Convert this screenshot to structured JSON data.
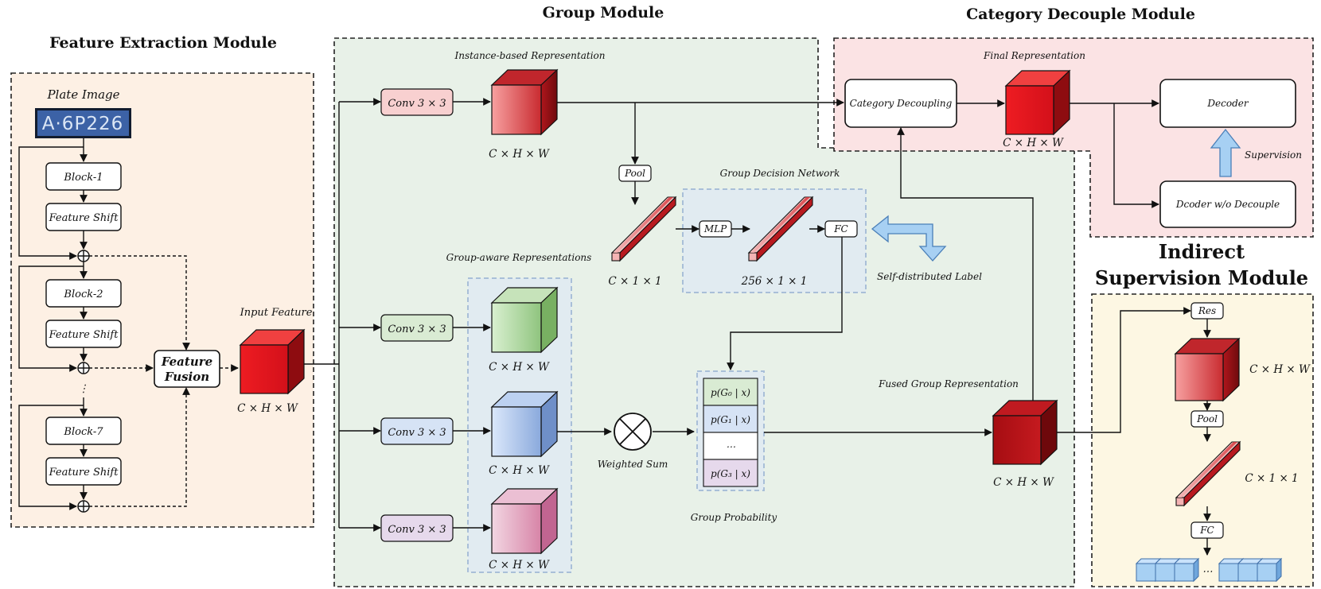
{
  "titles": {
    "feature_extraction": "Feature Extraction  Module",
    "group": "Group  Module",
    "category_decouple": "Category  Decouple Module",
    "indirect_line1": "Indirect",
    "indirect_line2": "Supervision Module"
  },
  "feature_extraction": {
    "plate_image_label": "Plate Image",
    "plate_text": "A·6P226",
    "blocks": [
      "Block-1",
      "Block-2",
      "Block-7"
    ],
    "feature_shift": "Feature Shift",
    "ellipsis": "⋮",
    "fusion_line1": "Feature",
    "fusion_line2": "Fusion",
    "input_feature_label": "Input Feature",
    "input_dims": "C × H × W"
  },
  "group_module": {
    "instance_label": "Instance-based Representation",
    "conv_label": "Conv 3 × 3",
    "instance_dims": "C × H × W",
    "pool_label": "Pool",
    "vector_dims": "C × 1 × 1",
    "decision_network_label": "Group Decision Network",
    "mlp_label": "MLP",
    "fc_label": "FC",
    "decision_vector_dims": "256 × 1 × 1",
    "self_distributed_label": "Self-distributed Label",
    "group_aware_label": "Group-aware Representations",
    "group_dims": [
      "C × H × W",
      "C × H × W",
      "C × H × W"
    ],
    "weighted_sum_label": "Weighted Sum",
    "probabilities": [
      "p(G₀ | x)",
      "p(G₁ | x)",
      "⋯",
      "p(G₃ | x)"
    ],
    "group_probability_label": "Group Probability",
    "fused_label": "Fused Group Representation",
    "fused_dims": "C × H × W"
  },
  "category_decouple": {
    "final_representation_label": "Final Representation",
    "category_decoupling_label": "Category Decoupling",
    "final_dims": "C × H × W",
    "decoder_label": "Decoder",
    "decoder_wo_label": "Dcoder w/o Decouple",
    "supervision_label": "Supervision"
  },
  "indirect_supervision": {
    "res_label": "Res",
    "res_dims": "C × H × W",
    "pool_label": "Pool",
    "vector_dims": "C × 1 × 1",
    "fc_label": "FC",
    "output_ellipsis": "⋯"
  },
  "colors": {
    "feature_panel": "#fdf0e4",
    "group_panel": "#e8f1e8",
    "category_panel": "#fbe3e4",
    "indirect_panel": "#fdf7e3",
    "decision_panel": "#e1ebf1",
    "conv_red": "#f8d0d0",
    "conv_green": "#d9ebd3",
    "conv_blue": "#d6e3f5",
    "conv_purple": "#e6d9ec",
    "cube_red": "#e0141a",
    "arrow_blue": "#a7d0f3"
  }
}
